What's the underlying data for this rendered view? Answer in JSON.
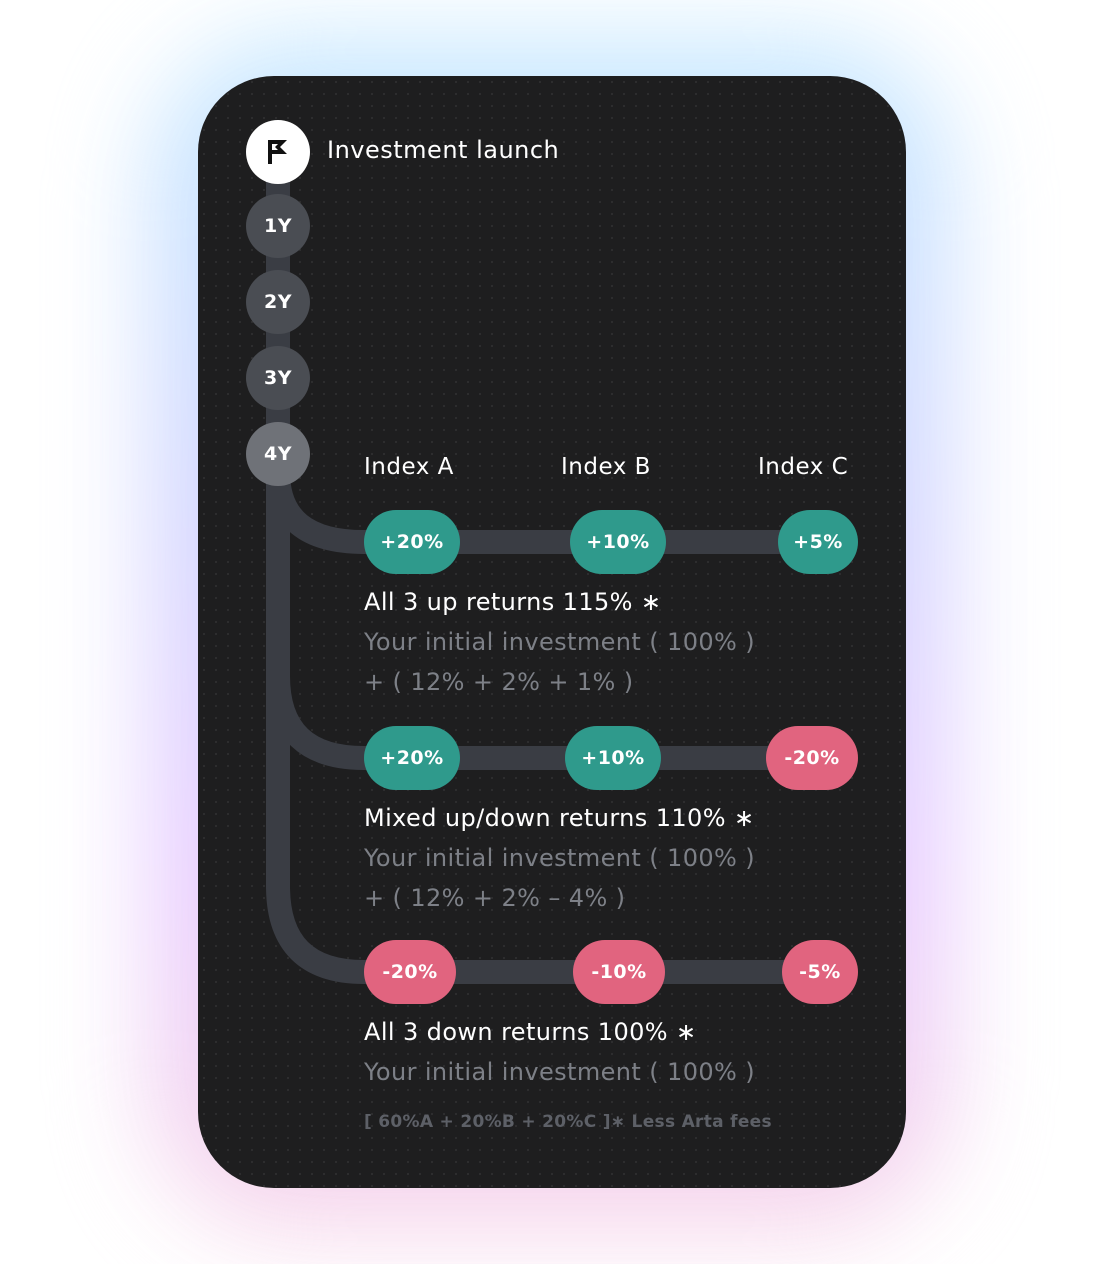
{
  "launch_label": "Investment launch",
  "years": [
    {
      "label": "1Y"
    },
    {
      "label": "2Y"
    },
    {
      "label": "3Y"
    },
    {
      "label": "4Y"
    }
  ],
  "index_headers": [
    "Index A",
    "Index B",
    "Index C"
  ],
  "scenarios": [
    {
      "title": "All 3 up returns 115% ∗",
      "lines": [
        "Your initial investment ( 100% )",
        "+ ( 12% + 2% + 1% )"
      ],
      "pills": [
        {
          "label": "+20%",
          "direction": "up"
        },
        {
          "label": "+10%",
          "direction": "up"
        },
        {
          "label": "+5%",
          "direction": "up"
        }
      ]
    },
    {
      "title": "Mixed up/down returns 110% ∗",
      "lines": [
        "Your initial investment ( 100% )",
        "+ ( 12% + 2% – 4% )"
      ],
      "pills": [
        {
          "label": "+20%",
          "direction": "up"
        },
        {
          "label": "+10%",
          "direction": "up"
        },
        {
          "label": "-20%",
          "direction": "down"
        }
      ]
    },
    {
      "title": "All 3 down returns 100% ∗",
      "lines": [
        "Your initial investment ( 100% )"
      ],
      "pills": [
        {
          "label": "-20%",
          "direction": "down"
        },
        {
          "label": "-10%",
          "direction": "down"
        },
        {
          "label": "-5%",
          "direction": "down"
        }
      ]
    }
  ],
  "footnote": "[ 60%A + 20%B + 20%C ]∗ Less Arta fees",
  "colors": {
    "card_background": "#1e1e1f",
    "track": "#3a3d44",
    "year_node": "#4a4d53",
    "current_year_node": "#6f7278",
    "positive": "#2f9a8c",
    "negative": "#e1647f",
    "muted_text": "#7d8087"
  },
  "icons": {
    "launch": "flag-icon"
  }
}
